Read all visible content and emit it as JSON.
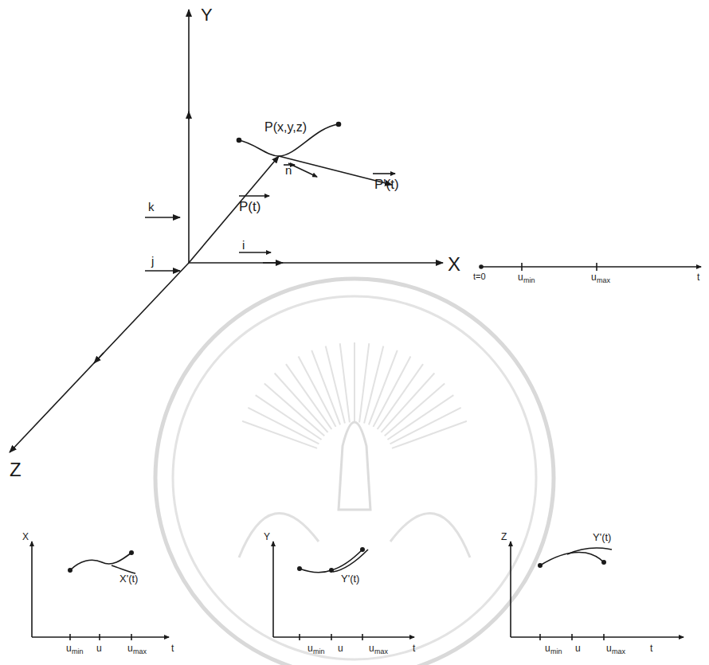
{
  "diagram": {
    "labels": [
      "Y",
      "X",
      "Z",
      "P(x,y,z)",
      "n",
      "P'(t)",
      "k",
      "P(t)",
      "j",
      "i",
      "t=0",
      "u",
      "min",
      "u",
      "max",
      "t",
      "X",
      "X'(t)",
      "u",
      "min",
      "u",
      "u",
      "max",
      "t",
      "Y",
      "Y'(t)",
      "u",
      "min",
      "u",
      "u",
      "max",
      "t",
      "Z",
      "Y'(t)",
      "u",
      "min",
      "u",
      "u",
      "max",
      "t"
    ]
  }
}
